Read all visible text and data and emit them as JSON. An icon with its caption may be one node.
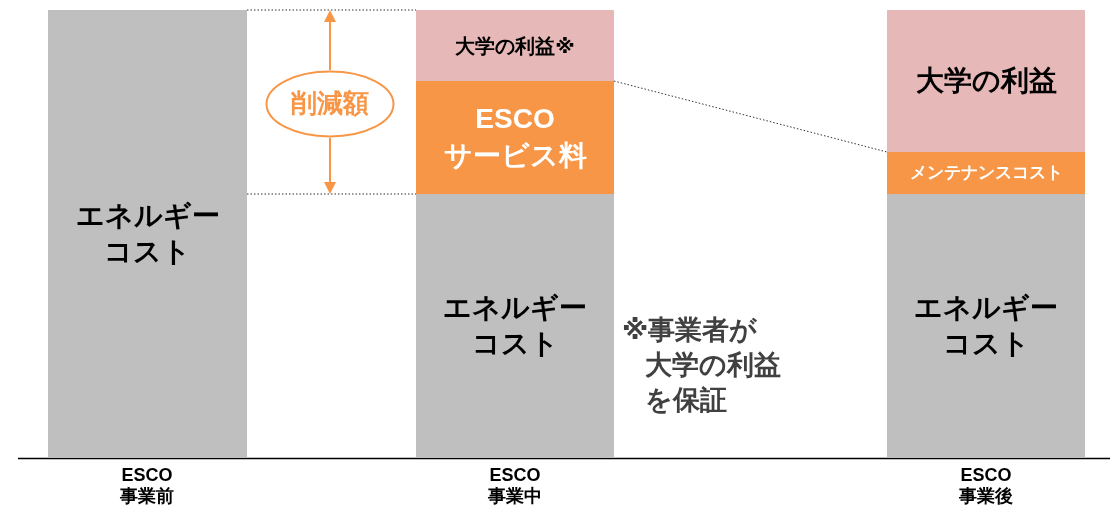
{
  "diagram": {
    "nodes": [
      {
        "text": [
          "エネルギーコスト"
        ]
      },
      {
        "text": [
          "大学の利益※"
        ]
      },
      {
        "text": [
          "ESCO サービス料"
        ]
      },
      {
        "text": [
          "エネルギーコスト"
        ]
      },
      {
        "text": [
          "大学の利益"
        ]
      },
      {
        "text": [
          "メンテナンスコスト"
        ]
      },
      {
        "text": [
          "エネルギーコスト"
        ]
      },
      {
        "text": [
          "削減額"
        ]
      }
    ],
    "edges": [
      {
        "from": 0,
        "to": 1,
        "arrow": "none",
        "style": "dashed"
      },
      {
        "from": 0,
        "to": 2,
        "arrow": "none",
        "style": "dashed"
      },
      {
        "from": 1,
        "to": 5,
        "arrow": "none",
        "style": "dashed"
      }
    ],
    "labels": [
      "※事業者が大学の利益を保証",
      "ESCO 事業前",
      "ESCO 事業中",
      "ESCO 事業後"
    ]
  }
}
